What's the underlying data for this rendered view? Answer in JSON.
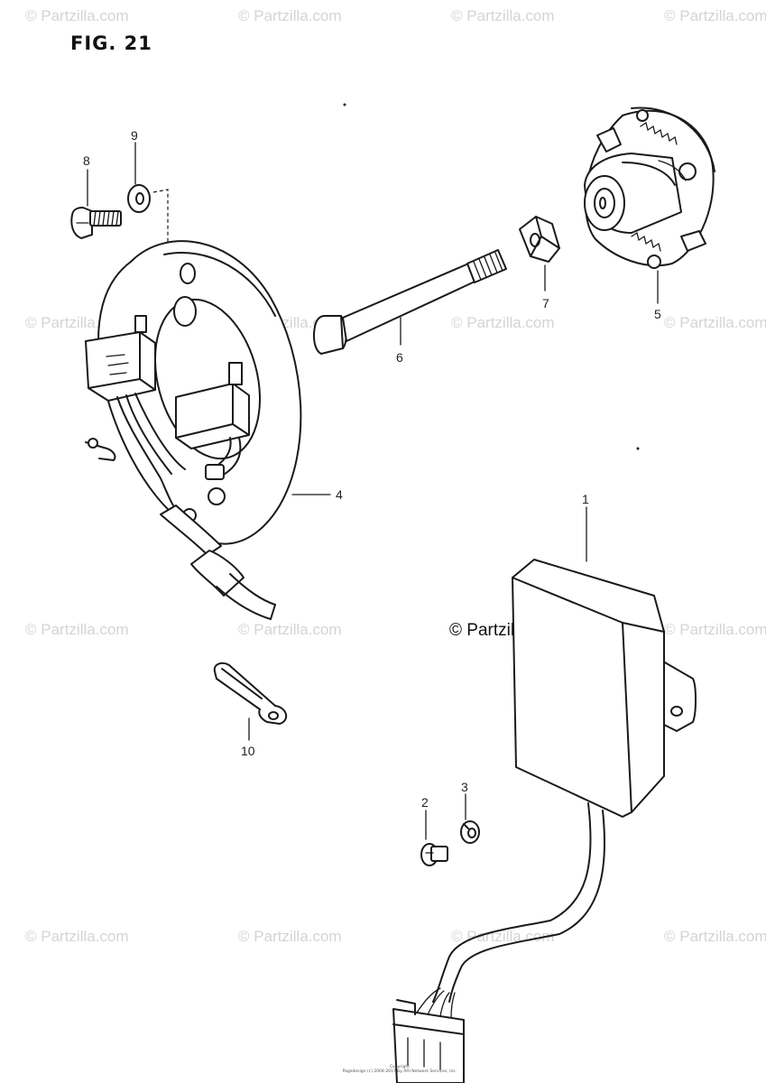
{
  "figure": {
    "title": "FIG. 21",
    "center_watermark": "© Partzilla.com",
    "footer_lines": [
      "Copyright",
      "Pagedesign (c) 2004-2017 by ARI Network Services, Inc."
    ]
  },
  "watermark_text": "© Partzilla.com",
  "callouts": [
    {
      "id": "1",
      "label": "1"
    },
    {
      "id": "2",
      "label": "2"
    },
    {
      "id": "3",
      "label": "3"
    },
    {
      "id": "4",
      "label": "4"
    },
    {
      "id": "5",
      "label": "5"
    },
    {
      "id": "6",
      "label": "6"
    },
    {
      "id": "7",
      "label": "7"
    },
    {
      "id": "8",
      "label": "8"
    },
    {
      "id": "9",
      "label": "9"
    },
    {
      "id": "10",
      "label": "10"
    }
  ]
}
